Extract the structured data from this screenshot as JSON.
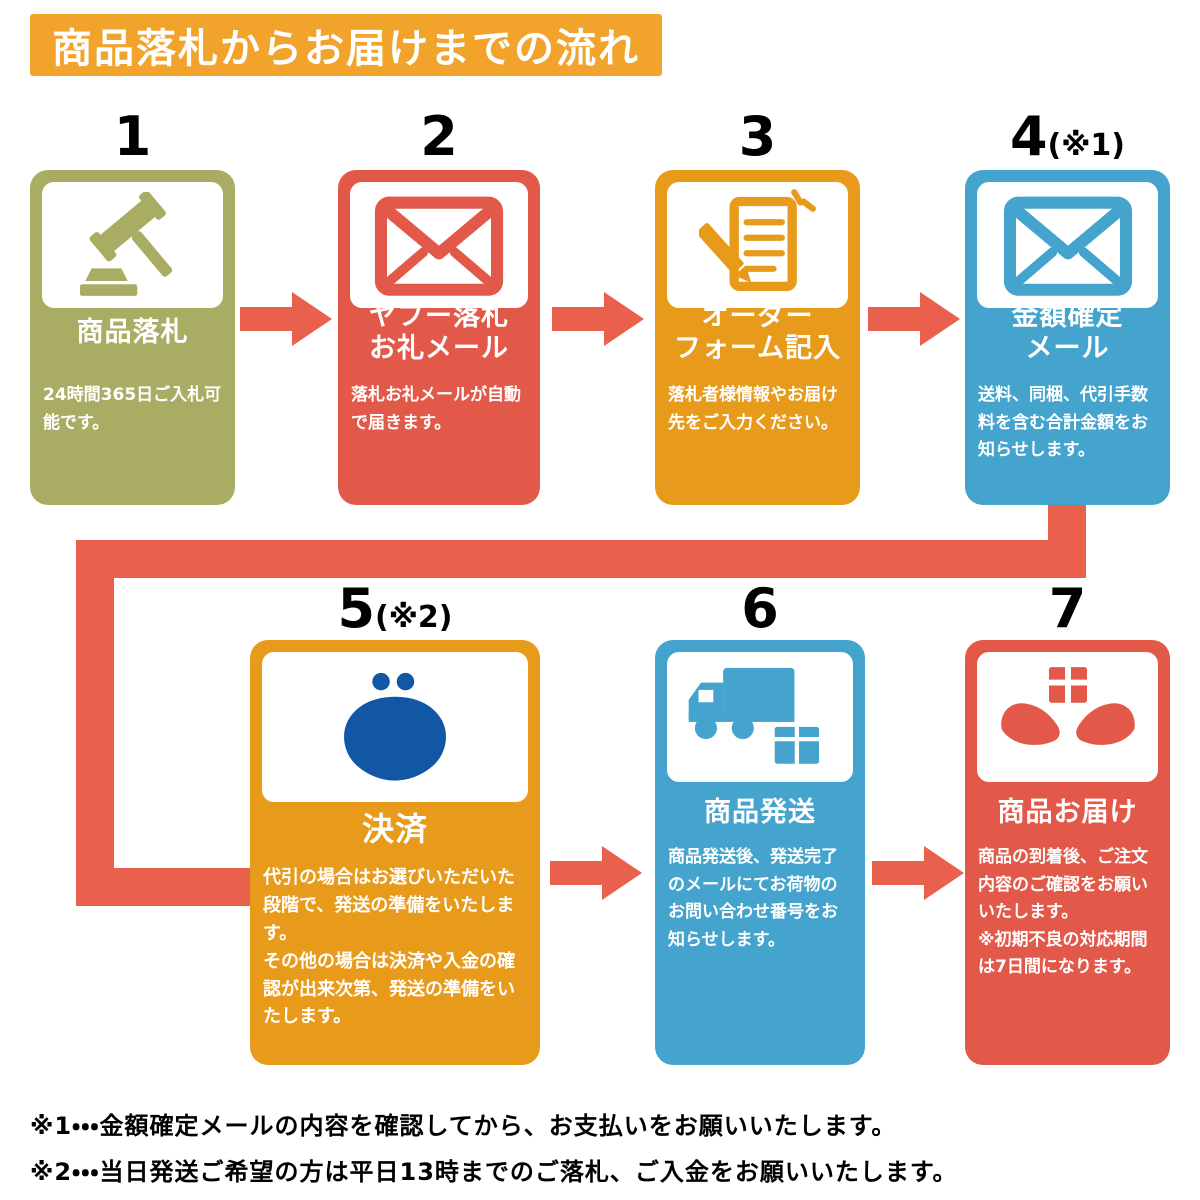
{
  "banner": {
    "title": "商品落札からお届けまでの流れ"
  },
  "colors": {
    "banner": "#F1A32C",
    "olive": "#A9AD63",
    "red": "#E2594A",
    "orange": "#E89B1B",
    "blue": "#45A4CD",
    "arrow": "#E9604C",
    "purse": "#1257A6"
  },
  "steps": [
    {
      "number": "1",
      "suffix": "",
      "title": "商品落札",
      "desc": "24時間365日ご入札可能です。",
      "color": "#A9AD63",
      "icon": "gavel-icon"
    },
    {
      "number": "2",
      "suffix": "",
      "title": "ヤフー落札\nお礼メール",
      "desc": "落札お礼メールが自動で届きます。",
      "color": "#E2594A",
      "icon": "mail-icon"
    },
    {
      "number": "3",
      "suffix": "",
      "title": "オーダー\nフォーム記入",
      "desc": "落札者様情報やお届け先をご入力ください。",
      "color": "#E89B1B",
      "icon": "pencil-form-icon"
    },
    {
      "number": "4",
      "suffix": "(※1)",
      "title": "金額確定\nメール",
      "desc": "送料、同梱、代引手数料を含む合計金額をお知らせします。",
      "color": "#45A4CD",
      "icon": "mail-icon"
    },
    {
      "number": "5",
      "suffix": "(※2)",
      "title": "決済",
      "desc": "代引の場合はお選びいただいた段階で、発送の準備をいたします。\nその他の場合は決済や入金の確認が出来次第、発送の準備をいたします。",
      "color": "#E89B1B",
      "icon": "coin-purse-icon"
    },
    {
      "number": "6",
      "suffix": "",
      "title": "商品発送",
      "desc": "商品発送後、発送完了のメールにてお荷物のお問い合わせ番号をお知らせします。",
      "color": "#45A4CD",
      "icon": "truck-box-icon"
    },
    {
      "number": "7",
      "suffix": "",
      "title": "商品お届け",
      "desc": "商品の到着後、ご注文内容のご確認をお願いいたします。\n※初期不良の対応期間は7日間になります。",
      "color": "#E2594A",
      "icon": "hands-package-icon"
    }
  ],
  "footnotes": [
    "※1・・・金額確定メールの内容を確認してから、お支払いをお願いいたします。",
    "※2・・・当日発送ご希望の方は平日13時までのご落札、ご入金をお願いいたします。"
  ]
}
